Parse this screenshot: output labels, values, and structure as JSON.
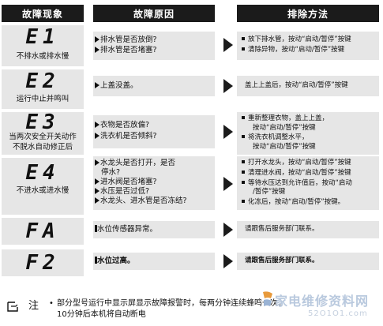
{
  "headers": {
    "symptom": "故障现象",
    "cause": "故障原因",
    "solution": "排除方法"
  },
  "rows": [
    {
      "code": "E1",
      "desc": [
        "不排水或排水慢"
      ],
      "causes": [
        {
          "marker": "arrow",
          "text": "排水管是否放倒?"
        },
        {
          "marker": "arrow",
          "text": "排水管是否堵塞?"
        }
      ],
      "fixes": [
        {
          "dot": true,
          "text": "放下排水管，按动“启动/暂停”按键"
        },
        {
          "dot": true,
          "text": "清除异物，按动“启动/暂停”按键"
        }
      ]
    },
    {
      "code": "E2",
      "desc": [
        "运行中止并鸣叫"
      ],
      "causes": [
        {
          "marker": "arrow",
          "text": "上盖没盖。"
        }
      ],
      "fixes": [
        {
          "dot": false,
          "text": "盖上上盖后，按动“启动/暂停”按键"
        }
      ]
    },
    {
      "code": "E3",
      "desc": [
        "当两次安全开关动作",
        "不脱水自动修正后"
      ],
      "causes": [
        {
          "marker": "arrow",
          "text": "衣物是否放偏?"
        },
        {
          "marker": "arrow",
          "text": "洗衣机是否倾斜?"
        }
      ],
      "fixes": [
        {
          "dot": true,
          "text": "重新整理衣物，盖上上盖，"
        },
        {
          "dot": false,
          "text": "按动“启动/暂停”按键"
        },
        {
          "dot": true,
          "text": "将洗衣机调整水平，"
        },
        {
          "dot": false,
          "text": "按动“启动/暂停”按键"
        }
      ]
    },
    {
      "code": "E4",
      "desc": [
        "不进水或进水慢"
      ],
      "causes": [
        {
          "marker": "arrow",
          "text": "水龙头是否打开，是否"
        },
        {
          "marker": "none",
          "text": "停水?"
        },
        {
          "marker": "arrow",
          "text": "进水阀是否堵塞?"
        },
        {
          "marker": "arrow",
          "text": "水压是否过低?"
        },
        {
          "marker": "arrow",
          "text": "水龙头、进水管是否冻结?"
        }
      ],
      "fixes": [
        {
          "dot": true,
          "text": "打开水龙头，按动“启动/暂停”按键"
        },
        {
          "dot": true,
          "text": "清理进水阀，按动“启动/暂停”按键"
        },
        {
          "dot": true,
          "text": "等待水压达到允许值后，按动“启动"
        },
        {
          "dot": false,
          "text": "/暂停”按键"
        },
        {
          "dot": true,
          "text": "化冻后，按动“启动/暂停”按键。"
        }
      ]
    },
    {
      "code": "FA",
      "desc": [],
      "causes": [
        {
          "marker": "bar",
          "text": "水位传感器异常。"
        }
      ],
      "fixes": [
        {
          "dot": false,
          "text": "请跟售后服务部门联系。"
        }
      ]
    },
    {
      "code": "F2",
      "desc": [],
      "causes": [
        {
          "marker": "bar",
          "text": "水位过高。"
        }
      ],
      "fixes": [
        {
          "dot": false,
          "text": "请跟售后服务部门联系。"
        }
      ]
    }
  ],
  "note": {
    "label": "注",
    "bullet": "•",
    "text": "部分型号运行中显示屏显示故障报警时，每两分钟连续蜂鸣一次，10分钟后本机将自动断电"
  },
  "watermark": {
    "main": "家电维修资料网",
    "sub": "52O1O1.com"
  }
}
